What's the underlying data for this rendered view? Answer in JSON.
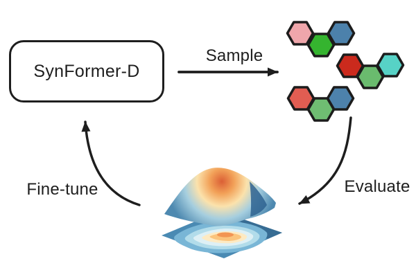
{
  "diagram": {
    "model_box": {
      "label": "SynFormer-D"
    },
    "labels": {
      "sample": "Sample",
      "evaluate": "Evaluate",
      "fine_tune": "Fine-tune"
    }
  },
  "molecules": {
    "description": "three clusters of three hexagons each, representing sampled molecules",
    "clusters": [
      {
        "colors": [
          "#efa6ab",
          "#35b42f",
          "#4c81ab"
        ]
      },
      {
        "colors": [
          "#cb2a1d",
          "#6abb6e",
          "#57d2c6"
        ]
      },
      {
        "colors": [
          "#e15d52",
          "#6fbd72",
          "#4d82ac"
        ]
      }
    ],
    "outline": "#1c1c1c"
  },
  "surface_plot": {
    "type": "3d-surface-with-contour-projection",
    "colormap": "RdYlBu-like",
    "surface_colors": {
      "peak": "#db5f35",
      "high": "#f2a158",
      "mid": "#fbe2ac",
      "low": "#a5cedf",
      "edge": "#4e89b0",
      "fold": "#2e6390"
    },
    "contour_colors": {
      "base": "#4a8ab3",
      "edge_shade": "#35688f",
      "band1": "#79b6d6",
      "band2": "#b2dcea",
      "band3": "#def0f5",
      "band4": "#fdeac3",
      "center": "#fbc47c",
      "hotspot": "#f29553"
    }
  },
  "style": {
    "ink": "#1e1e1e",
    "background": "#ffffff"
  }
}
